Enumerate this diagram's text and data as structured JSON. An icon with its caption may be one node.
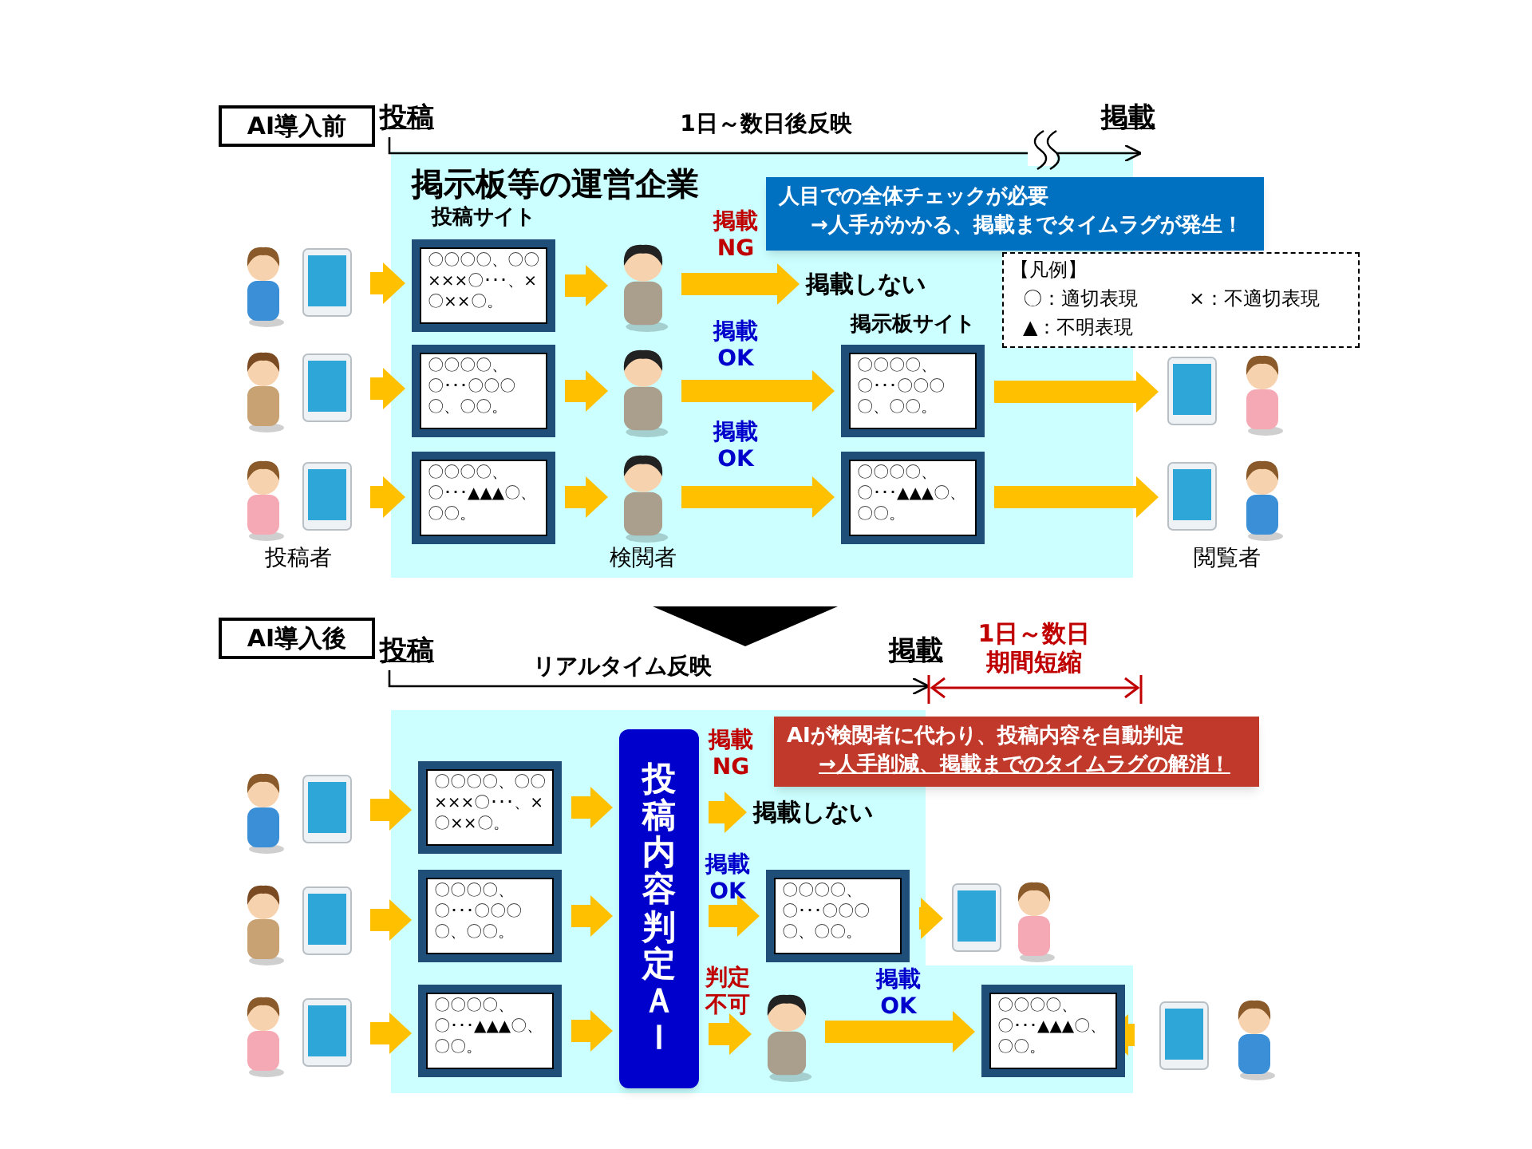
{
  "diagram": {
    "nodes": [
      {
        "text": [
          "AI導入前"
        ]
      },
      {
        "text": [
          "掲示板等の運営企業"
        ]
      },
      {
        "text": [
          "人目での全体チェックが必要",
          "→人手がかかる、掲載までタイムラグが発生！"
        ]
      },
      {
        "text": [
          "【凡例】",
          "〇：適切表現",
          "×：不適切表現",
          "▲：不明表現"
        ]
      },
      {
        "text": [],
        "shape": "picture"
      },
      {
        "text": [],
        "shape": "picture"
      },
      {
        "text": [],
        "shape": "picture",
        "beside": [
          "投稿者"
        ]
      },
      {
        "text": [
          "〇〇〇〇、〇〇×××〇･･･、×〇××〇。"
        ],
        "in": 1,
        "beside": [
          "投稿サイト"
        ]
      },
      {
        "text": [
          "〇〇〇〇、〇･･･〇〇〇〇、〇〇。"
        ],
        "in": 1
      },
      {
        "text": [
          "〇〇〇〇、〇･･･▲▲▲〇、〇〇。"
        ],
        "in": 1
      },
      {
        "text": [],
        "shape": "person",
        "in": 1
      },
      {
        "text": [],
        "shape": "person",
        "in": 1
      },
      {
        "text": [],
        "shape": "person",
        "in": 1,
        "beside": [
          "検閲者"
        ]
      },
      {
        "text": [
          "掲載しない"
        ],
        "in": 1
      },
      {
        "text": [
          "〇〇〇〇、〇･･･〇〇〇〇、〇〇。"
        ],
        "in": 1,
        "beside": [
          "掲示板サイト"
        ]
      },
      {
        "text": [
          "〇〇〇〇、〇･･･▲▲▲〇、〇〇。"
        ],
        "in": 1
      },
      {
        "text": [],
        "shape": "picture"
      },
      {
        "text": [],
        "shape": "picture",
        "beside": [
          "閲覧者"
        ]
      },
      {
        "text": [
          "投稿"
        ]
      },
      {
        "text": [
          "掲載"
        ]
      },
      {
        "text": [
          "AI導入後"
        ]
      },
      {
        "text": [],
        "shape": "box"
      },
      {
        "text": [
          "AIが検閲者に代わり、投稿内容を自動判定",
          "→人手削減、掲載までのタイムラグの解消！"
        ]
      },
      {
        "text": [],
        "shape": "picture"
      },
      {
        "text": [],
        "shape": "picture"
      },
      {
        "text": [],
        "shape": "picture"
      },
      {
        "text": [
          "〇〇〇〇、〇〇×××〇･･･、×〇××〇。"
        ],
        "in": 21
      },
      {
        "text": [
          "〇〇〇〇、〇･･･〇〇〇〇、〇〇。"
        ],
        "in": 21
      },
      {
        "text": [
          "〇〇〇〇、〇･･･▲▲▲〇、〇〇。"
        ],
        "in": 21
      },
      {
        "text": [
          "投稿内容判定ＡＩ"
        ],
        "in": 21
      },
      {
        "text": [
          "掲載しない"
        ],
        "in": 21
      },
      {
        "text": [
          "〇〇〇〇、〇･･･〇〇〇〇、〇〇。"
        ],
        "in": 21
      },
      {
        "text": [],
        "shape": "picture"
      },
      {
        "text": [],
        "shape": "person",
        "in": 21
      },
      {
        "text": [
          "〇〇〇〇、〇･･･▲▲▲〇、〇〇。"
        ],
        "in": 21
      },
      {
        "text": [],
        "shape": "picture"
      },
      {
        "text": [
          "投稿"
        ]
      },
      {
        "text": [
          "掲載"
        ]
      }
    ],
    "edges": [
      {
        "from": 4,
        "to": 7,
        "arrow": "to"
      },
      {
        "from": 5,
        "to": 8,
        "arrow": "to"
      },
      {
        "from": 6,
        "to": 9,
        "arrow": "to"
      },
      {
        "from": 7,
        "to": 10,
        "arrow": "to"
      },
      {
        "from": 8,
        "to": 11,
        "arrow": "to"
      },
      {
        "from": 9,
        "to": 12,
        "arrow": "to"
      },
      {
        "from": 10,
        "to": 13,
        "arrow": "to",
        "label": "掲載 NG"
      },
      {
        "from": 11,
        "to": 14,
        "arrow": "to",
        "label": "掲載 OK"
      },
      {
        "from": 12,
        "to": 15,
        "arrow": "to",
        "label": "掲載 OK"
      },
      {
        "from": 14,
        "to": 16,
        "arrow": "to"
      },
      {
        "from": 15,
        "to": 17,
        "arrow": "to"
      },
      {
        "from": 18,
        "to": 19,
        "arrow": "to",
        "label": "1日～数日後反映",
        "color": "#000000"
      },
      {
        "from": 23,
        "to": 26,
        "arrow": "to"
      },
      {
        "from": 24,
        "to": 27,
        "arrow": "to"
      },
      {
        "from": 25,
        "to": 28,
        "arrow": "to"
      },
      {
        "from": 26,
        "to": 29,
        "arrow": "to"
      },
      {
        "from": 27,
        "to": 29,
        "arrow": "to"
      },
      {
        "from": 28,
        "to": 29,
        "arrow": "to"
      },
      {
        "from": 29,
        "to": 30,
        "arrow": "to",
        "label": "掲載 NG"
      },
      {
        "from": 29,
        "to": 31,
        "arrow": "to",
        "label": "掲載 OK"
      },
      {
        "from": 29,
        "to": 33,
        "arrow": "to",
        "label": "判定不可"
      },
      {
        "from": 33,
        "to": 34,
        "arrow": "to",
        "label": "掲載 OK"
      },
      {
        "from": 31,
        "to": 32,
        "arrow": "to"
      },
      {
        "from": 34,
        "to": 35,
        "arrow": "to"
      },
      {
        "from": 36,
        "to": 37,
        "arrow": "to",
        "label": "リアルタイム反映",
        "color": "#000000"
      }
    ],
    "labels": [
      "1日～数日期間短縮"
    ]
  }
}
